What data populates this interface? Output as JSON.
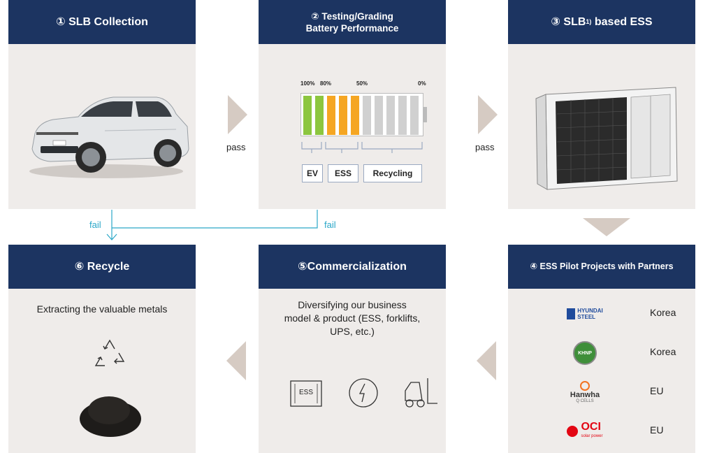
{
  "steps": {
    "s1": {
      "title": "① SLB Collection"
    },
    "s2": {
      "title_line1": "② Testing/Grading",
      "title_line2": "Battery Performance",
      "pct_100": "100%",
      "pct_80": "80%",
      "pct_50": "50%",
      "pct_0": "0%",
      "cat_ev": "EV",
      "cat_ess": "ESS",
      "cat_recycling": "Recycling"
    },
    "s3": {
      "title_pre": "③ SLB",
      "title_sup": "1)",
      "title_post": " based ESS"
    },
    "s4": {
      "title": "④ ESS Pilot Projects with Partners",
      "partners": [
        {
          "name": "Hyundai Steel",
          "logo_line1": "HYUNDAI",
          "logo_line2": "STEEL",
          "region": "Korea"
        },
        {
          "name": "KHNP",
          "logo_text": "KHNP",
          "region": "Korea"
        },
        {
          "name": "Hanwha Q CELLS",
          "logo_line1": "Hanwha",
          "logo_line2": "Q CELLS",
          "region": "EU"
        },
        {
          "name": "OCI solar power",
          "logo_line1": "OCI",
          "logo_line2": "solar power",
          "region": "EU"
        }
      ]
    },
    "s5": {
      "title": "⑤Commercialization",
      "desc_line1": "Diversifying our business",
      "desc_line2": "model & product (ESS, forklifts,",
      "desc_line3": "UPS, etc.)",
      "ess_icon_label": "ESS"
    },
    "s6": {
      "title": "⑥ Recycle",
      "desc": "Extracting the valuable metals"
    }
  },
  "flow": {
    "pass1": "pass",
    "pass2": "pass",
    "fail1": "fail",
    "fail2": "fail"
  },
  "colors": {
    "header": "#1c3461",
    "panel": "#efecea",
    "arrow": "#d6cbc3",
    "fail_line": "#2aa7c8",
    "green": "#8cc63f",
    "orange": "#f5a623",
    "gray": "#d0d0d0"
  }
}
